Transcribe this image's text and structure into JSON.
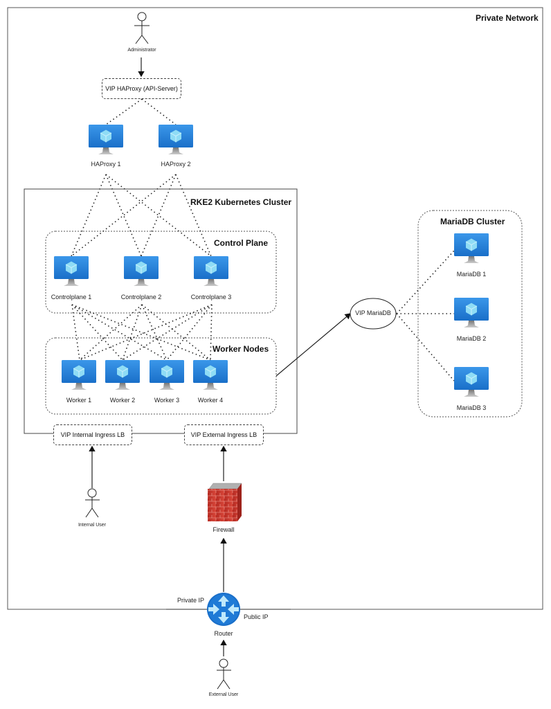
{
  "diagram": {
    "title": "Kubernetes RKE2 infrastructure",
    "groups": {
      "private_network": "Private Network",
      "rke2_cluster": "RKE2 Kubernetes Cluster",
      "control_plane": "Control Plane",
      "worker_nodes": "Worker Nodes",
      "mariadb_cluster": "MariaDB Cluster"
    },
    "actors": {
      "administrator": "Administrator",
      "internal_user": "Internal User",
      "external_user": "External User"
    },
    "vips": {
      "haproxy_api": "VIP HAProxy (API-Server)",
      "internal_ingress": "VIP Internal Ingress LB",
      "external_ingress": "VIP External Ingress LB",
      "mariadb": "VIP MariaDB"
    },
    "haproxy_nodes": [
      "HAProxy 1",
      "HAProxy 2"
    ],
    "controlplane_nodes": [
      "Controlplane 1",
      "Controlplane 2",
      "Controlplane 3"
    ],
    "worker_nodes": [
      "Worker 1",
      "Worker 2",
      "Worker 3",
      "Worker 4"
    ],
    "mariadb_nodes": [
      "MariaDB 1",
      "MariaDB 2",
      "MariaDB 3"
    ],
    "firewall": "Firewall",
    "router": "Router",
    "router_labels": {
      "private": "Private IP",
      "public": "Public IP"
    },
    "colors": {
      "vm_blue": "#1f7fd6",
      "vm_blue_light": "#4aa3ee",
      "cube": "#8fdcf5",
      "router_blue": "#1565c0",
      "firewall_red": "#c0392b",
      "line": "#222222"
    }
  }
}
